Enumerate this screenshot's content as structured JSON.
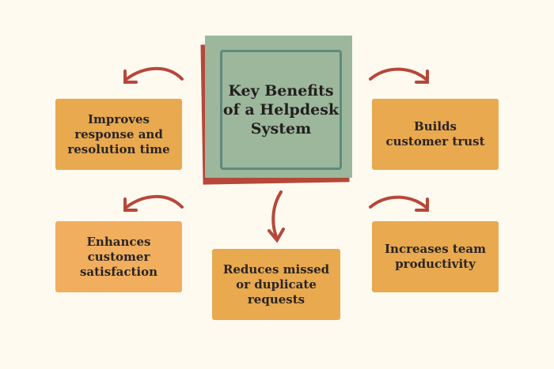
{
  "title": "Key Benefits of a Helpdesk System",
  "benefits": [
    {
      "label": "Improves response and resolution time"
    },
    {
      "label": "Enhances customer satisfaction"
    },
    {
      "label": "Reduces missed or duplicate requests"
    },
    {
      "label": "Builds customer trust"
    },
    {
      "label": "Increases team productivity"
    }
  ],
  "colors": {
    "background": "#fefaf0",
    "box": "#e8a94f",
    "center": "#9cb79b",
    "accent": "#b5483a",
    "border": "#5e8a7e"
  }
}
